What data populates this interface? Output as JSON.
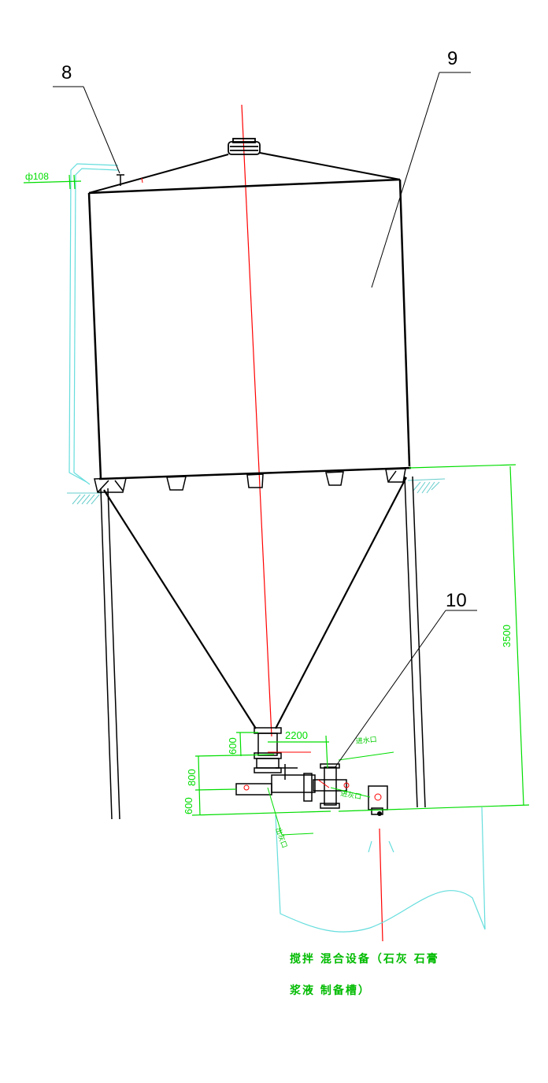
{
  "callouts": {
    "c8": "8",
    "c9": "9",
    "c10": "10"
  },
  "dimensions": {
    "pipe_diameter": "ф108",
    "height_3500": "3500",
    "width_2200": "2200",
    "h600_top": "600",
    "h800": "800",
    "h600_bottom": "600"
  },
  "small_labels": {
    "inlet_a": "进水口",
    "inlet_b": "进灰口",
    "outlet": "出灰口"
  },
  "caption": {
    "line1": "搅拌 混合设备（石灰 石膏",
    "line2": "浆液 制备槽）"
  },
  "colors": {
    "outline": "#000000",
    "center_line": "#ff0000",
    "dimension": "#00dd00",
    "pipe": "#66dddd",
    "ground_hatch": "#66cccc"
  }
}
